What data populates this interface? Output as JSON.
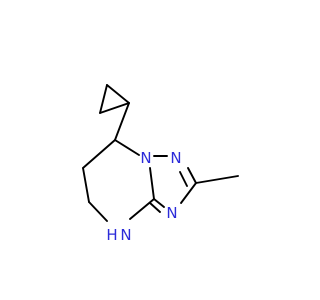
{
  "molecule": {
    "atoms": {
      "n1": "N",
      "n2": "N",
      "n3": "N",
      "nh": "N",
      "h": "H"
    }
  },
  "colors": {
    "bond": "#000000",
    "nitrogen": "#2b2bd9",
    "background": "#ffffff"
  }
}
